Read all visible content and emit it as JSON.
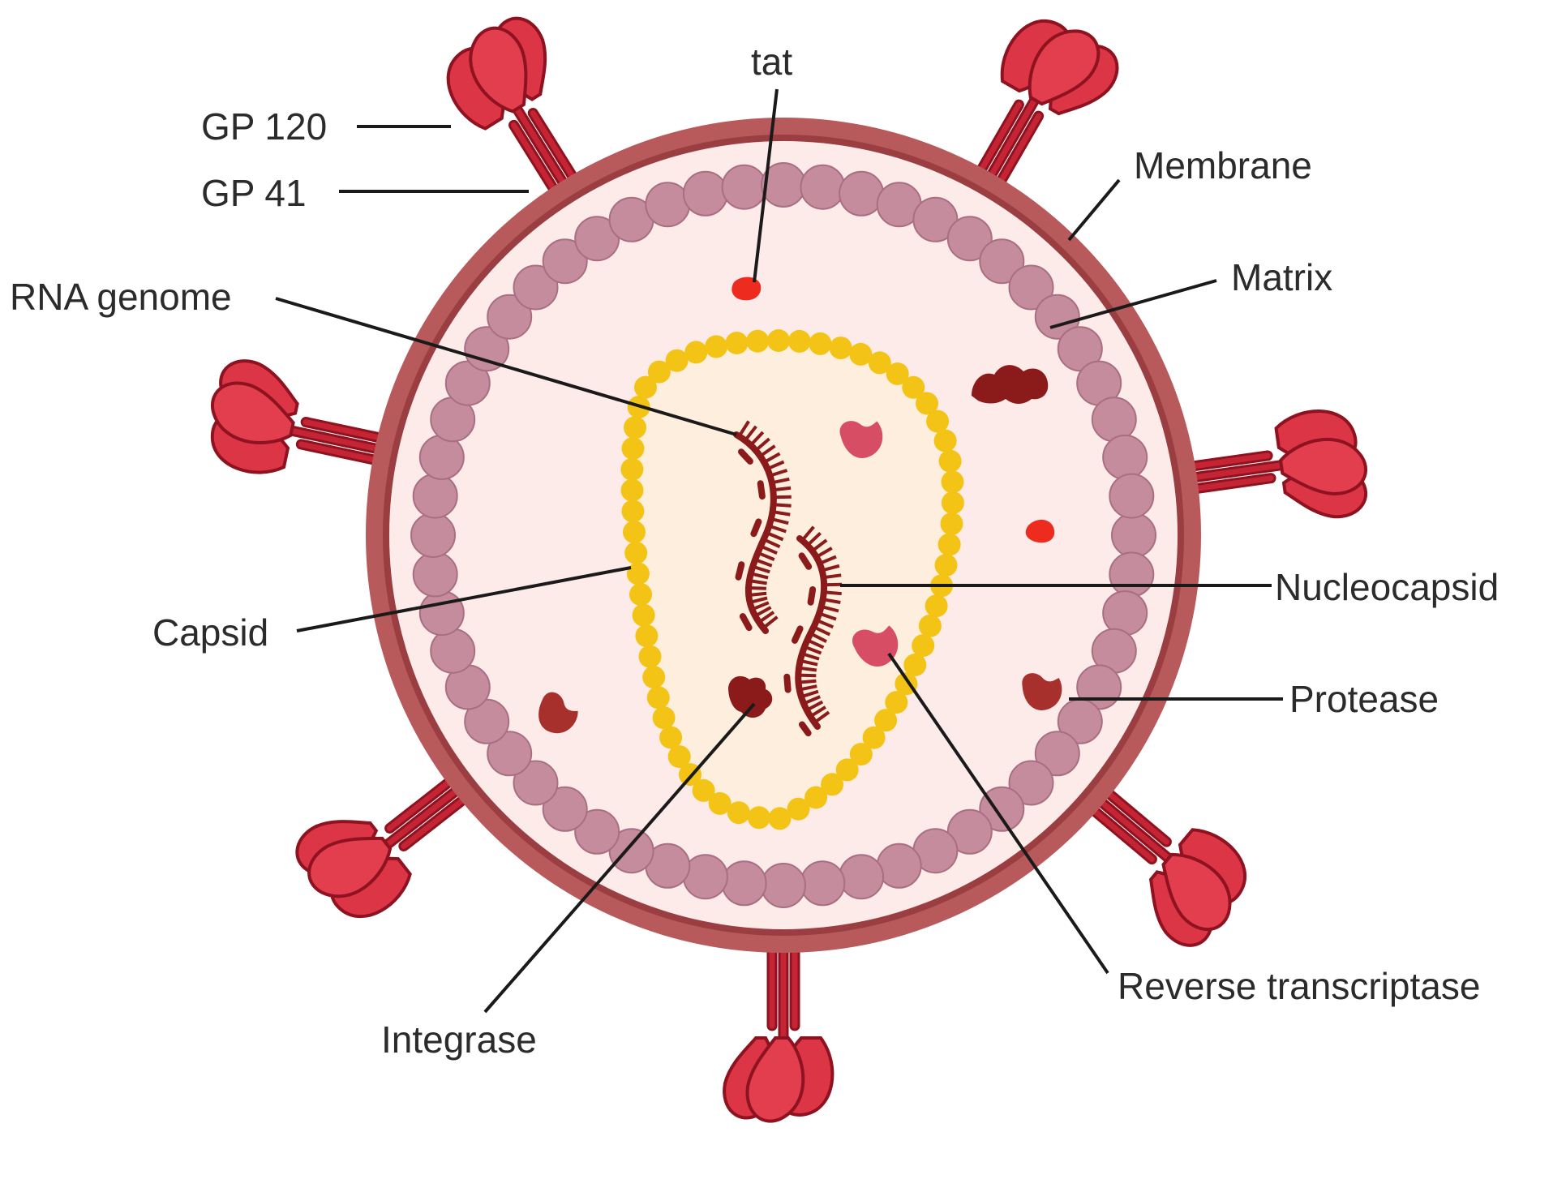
{
  "labels": {
    "gp120": "GP 120",
    "gp41": "GP 41",
    "tat": "tat",
    "membrane": "Membrane",
    "matrix": "Matrix",
    "rna_genome": "RNA genome",
    "capsid": "Capsid",
    "nucleocapsid": "Nucleocapsid",
    "protease": "Protease",
    "integrase": "Integrase",
    "reverse_transcriptase": "Reverse transcriptase"
  },
  "colors": {
    "membrane": "#b85a5c",
    "membrane_dark": "#9a3e41",
    "interior": "#fcebe9",
    "matrix_bead": "#c58c9e",
    "matrix_bead_stroke": "#a96e82",
    "capsid_bead": "#f3c316",
    "capsid_fill": "#fdeedd",
    "spike": "#dc3545",
    "spike_dark": "#8e1220",
    "spike_stem": "#b51f2d",
    "rna": "#8b1a1a",
    "tat": "#ee2b1f",
    "protease": "#a8302c",
    "integrase": "#8b1a1a",
    "reverse_transcriptase": "#d64d64",
    "leader": "#1a1a1a"
  }
}
